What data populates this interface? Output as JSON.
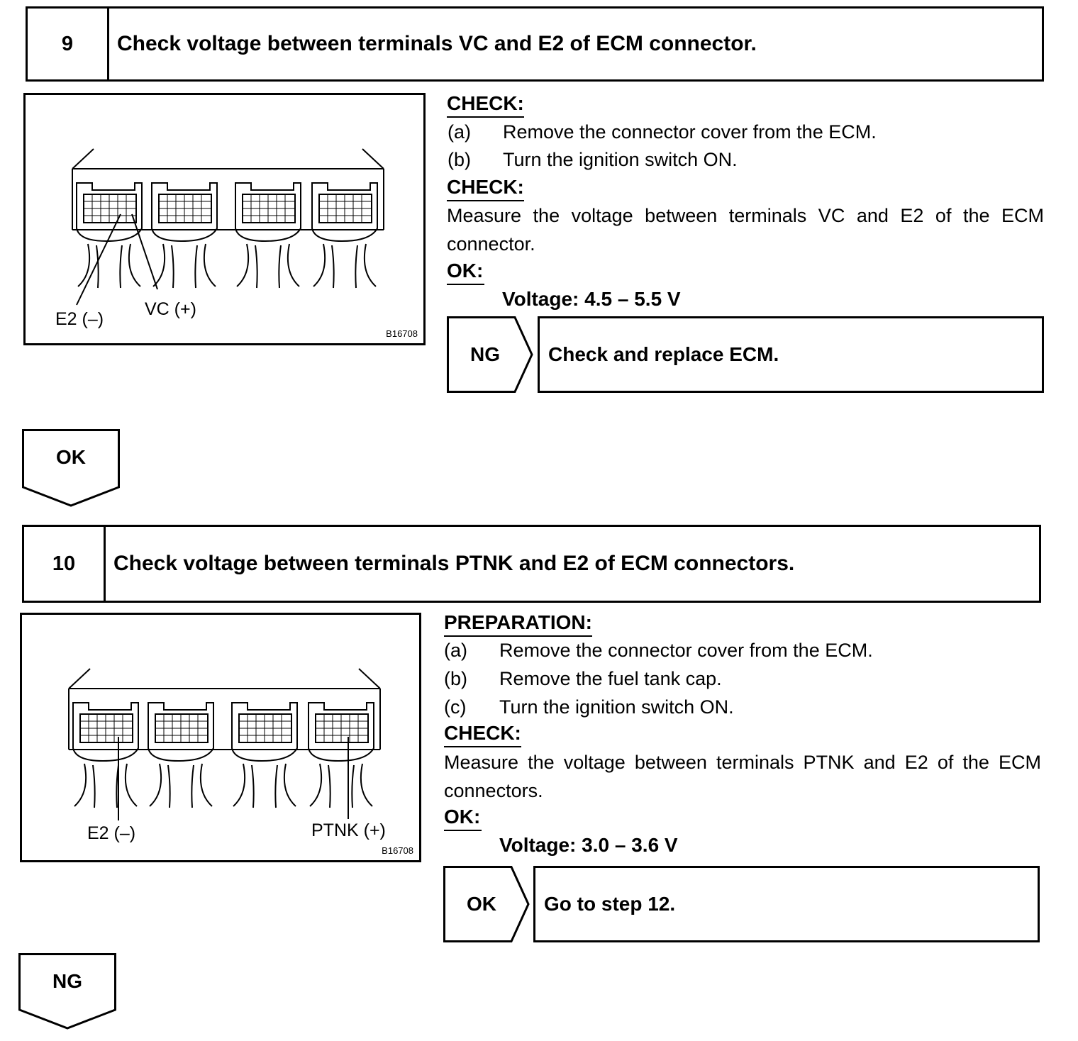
{
  "step9": {
    "number": "9",
    "title": "Check voltage between terminals VC and E2 of ECM connector.",
    "figure": {
      "label_left": "E2 (–)",
      "label_right": "VC (+)",
      "code": "B16708"
    },
    "heading1": "CHECK:",
    "items": [
      {
        "tag": "(a)",
        "text": "Remove the connector cover from the ECM."
      },
      {
        "tag": "(b)",
        "text": "Turn the ignition switch ON."
      }
    ],
    "heading2": "CHECK:",
    "check_text": "Measure the voltage between terminals VC and E2 of the ECM connector.",
    "ok_heading": "OK:",
    "spec": "Voltage: 4.5 – 5.5 V",
    "result_tag": "NG",
    "result_text": "Check and replace ECM.",
    "flow_label": "OK"
  },
  "step10": {
    "number": "10",
    "title": "Check voltage between terminals PTNK and E2 of ECM connectors.",
    "figure": {
      "label_left": "E2 (–)",
      "label_right": "PTNK (+)",
      "code": "B16708"
    },
    "heading1": "PREPARATION:",
    "items": [
      {
        "tag": "(a)",
        "text": "Remove the connector cover from the ECM."
      },
      {
        "tag": "(b)",
        "text": "Remove the fuel tank cap."
      },
      {
        "tag": "(c)",
        "text": "Turn the ignition switch ON."
      }
    ],
    "heading2": "CHECK:",
    "check_text": "Measure the voltage between terminals PTNK and E2 of the ECM connectors.",
    "ok_heading": "OK:",
    "spec": "Voltage: 3.0 – 3.6 V",
    "result_tag": "OK",
    "result_text": "Go to step 12.",
    "flow_label": "NG"
  }
}
